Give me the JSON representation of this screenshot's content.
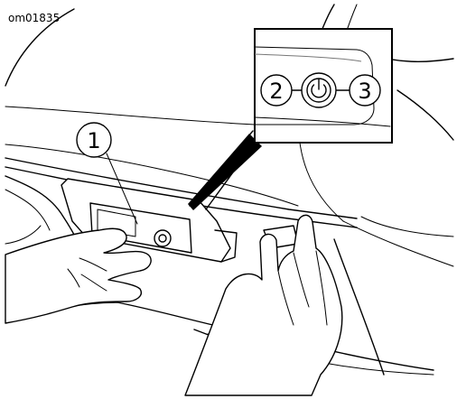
{
  "figure": {
    "code": "om01835"
  },
  "callouts": [
    {
      "number": "1"
    },
    {
      "number": "2"
    },
    {
      "number": "3"
    }
  ],
  "icons": {
    "power": "power-icon"
  },
  "colors": {
    "line": "#000000",
    "background": "#ffffff"
  }
}
